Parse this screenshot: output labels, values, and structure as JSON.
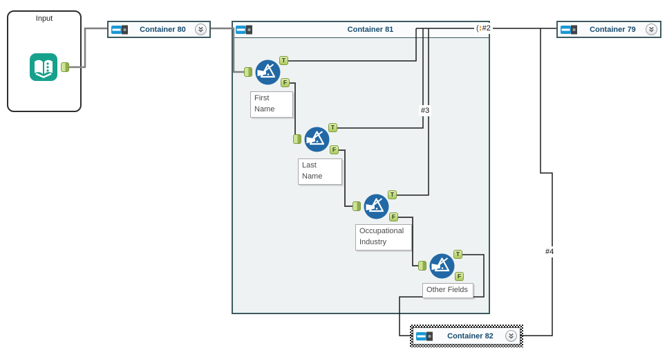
{
  "app": "workflow-canvas",
  "input_box": {
    "title": "Input",
    "tool_icon": "input-data-book-icon"
  },
  "c80": {
    "title": "Container 80",
    "state": "collapsed"
  },
  "c81": {
    "title": "Container 81",
    "state": "expanded"
  },
  "c79": {
    "title": "Container 79",
    "state": "collapsed"
  },
  "c82": {
    "title": "Container 82",
    "state": "collapsed-selected"
  },
  "tools": [
    {
      "label": "First Name",
      "type": "filter"
    },
    {
      "label": "Last Name",
      "type": "filter"
    },
    {
      "label": "Occupational Industry",
      "type": "filter"
    },
    {
      "label": "Other Fields",
      "type": "filter"
    }
  ],
  "anchors": {
    "t": "T",
    "f": "F"
  },
  "connection_labels": {
    "n2_prefix": "(",
    "n2": "#2",
    "n3": "#3",
    "n4": "#4"
  },
  "icons": {
    "container": "container-bar-icon",
    "collapse": "chevron-double-down-icon",
    "filter_tool": "filter-funnel-icon",
    "input_tool": "open-book-icon",
    "wireless_dots": "orange-dots-icon"
  },
  "colors": {
    "container_border": "#3c5a5e",
    "container_body": "#eef2f3",
    "title_text": "#164a6e",
    "tool_blue": "#2268a5",
    "anchor_green": "#aecb5f",
    "input_teal": "#16a18c",
    "wire_gray": "#7f7f7f",
    "wire_dark": "#474747",
    "wire_black": "#1c1c1c"
  }
}
